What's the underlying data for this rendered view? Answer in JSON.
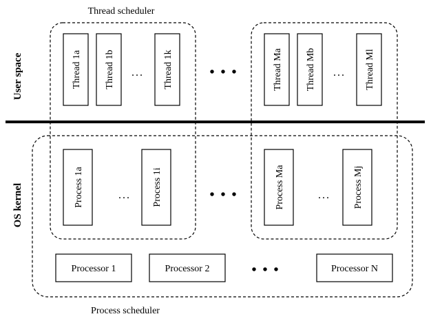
{
  "labels": {
    "thread_scheduler": "Thread scheduler",
    "process_scheduler": "Process scheduler",
    "user_space": "User space",
    "os_kernel": "OS kernel",
    "ellipsis": "...",
    "ellipsis_large": "• • •"
  },
  "threads_left": [
    "Thread 1a",
    "Thread 1b",
    "Thread 1k"
  ],
  "threads_right": [
    "Thread Ma",
    "Thread Mb",
    "Thread Ml"
  ],
  "processes_left": [
    "Process 1a",
    "Process 1i"
  ],
  "processes_right": [
    "Process Ma",
    "Process Mj"
  ],
  "processors": [
    "Processor 1",
    "Processor 2",
    "Processor N"
  ]
}
